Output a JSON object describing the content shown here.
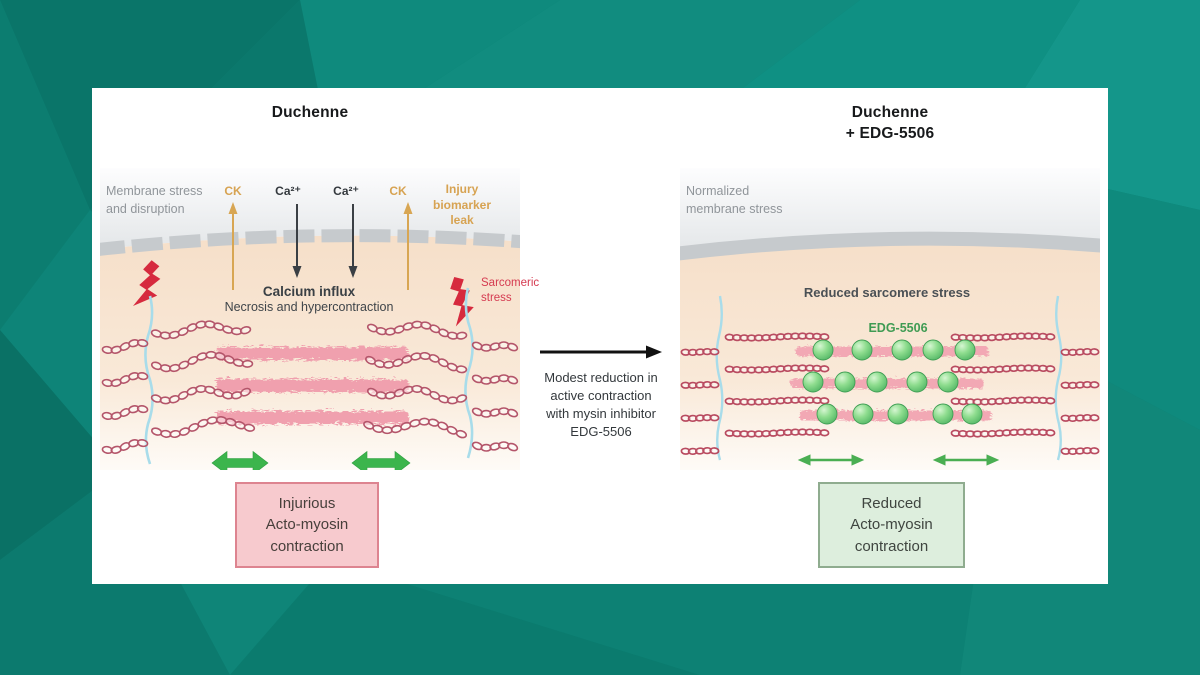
{
  "figure": {
    "left": {
      "title": "Duchenne",
      "membrane_label": "Membrane stress\nand disruption",
      "ck_left": "CK",
      "ca_left": "Ca²⁺",
      "ca_right": "Ca²⁺",
      "ck_right": "CK",
      "injury_label": "Injury\nbiomarker\nleak",
      "calcium_influx": "Calcium influx",
      "necrosis": "Necrosis and hypercontraction",
      "sarcomeric_stress": "Sarcomeric\nstress",
      "box_label": "Injurious\nActo-myosin\ncontraction"
    },
    "middle": {
      "arrow_text": "Modest reduction in\nactive contraction\nwith mysin inhibitor\nEDG-5506"
    },
    "right": {
      "title": "Duchenne\n+ EDG-5506",
      "membrane_label": "Normalized\nmembrane stress",
      "sarcomere_label": "Reduced sarcomere stress",
      "drug_label": "EDG-5506",
      "box_label": "Reduced\nActo-myosin\ncontraction"
    }
  },
  "icons": {
    "lightning-icon": "red jagged bolt",
    "up-arrow-icon": "tan arrow pointing up",
    "down-arrow-icon": "dark arrow pointing down",
    "double-arrow-icon": "green horizontal double-headed arrow",
    "right-arrow-icon": "black arrow pointing right",
    "drug-molecule-icon": "green sphere on myosin filament"
  },
  "colors": {
    "background_teal": "#0e8175",
    "membrane_gray": "#c6cacd",
    "cytoplasm_peach": "#f6dfc9",
    "actin_pink": "#b4556a",
    "myosin_pink": "#f0a0ae",
    "stress_red": "#d53a50",
    "biomarker_tan": "#d7a352",
    "contraction_green": "#3cb54c",
    "drug_green": "#3f9b53",
    "injurious_box_bg": "#f7cace",
    "reduced_box_bg": "#ddeedd",
    "z_disc_blue": "#a8dcea"
  }
}
